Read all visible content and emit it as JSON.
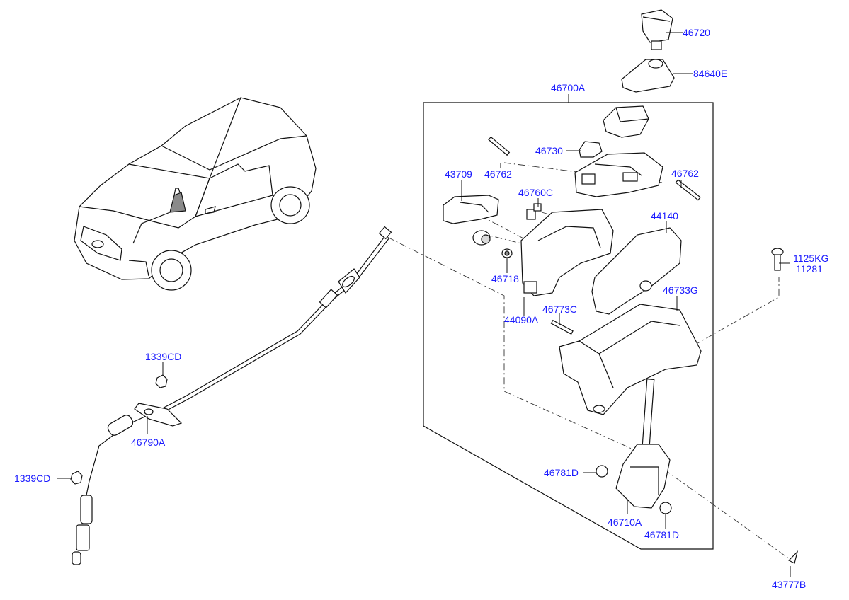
{
  "colors": {
    "label": "#1a1aff",
    "line": "#111111",
    "background": "#ffffff"
  },
  "labels": {
    "p46720": "46720",
    "p84640E": "84640E",
    "p46700A": "46700A",
    "p46730": "46730",
    "p46762a": "46762",
    "p46762b": "46762",
    "p43709": "43709",
    "p46760C": "46760C",
    "p44140": "44140",
    "p1125KG": "1125KG",
    "p11281": "11281",
    "p46718": "46718",
    "p46733G": "46733G",
    "p44090A": "44090A",
    "p46773C": "46773C",
    "p1339CDa": "1339CD",
    "p46790A": "46790A",
    "p1339CDb": "1339CD",
    "p46781Da": "46781D",
    "p46710A": "46710A",
    "p46781Db": "46781D",
    "p43777B": "43777B"
  }
}
